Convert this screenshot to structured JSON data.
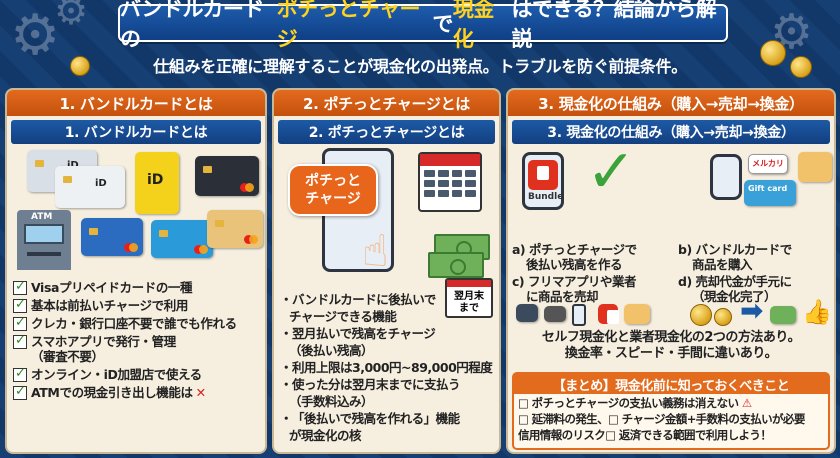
{
  "title": {
    "part1": "バンドルカードの",
    "part2": "ポチっとチャージ",
    "part3": "で",
    "part4": "現金化",
    "part5": "はできる？結論から解説"
  },
  "subtitle": "仕組みを正確に理解することが現金化の出発点。トラブルを防ぐ前提条件。",
  "panel1": {
    "header": "1. バンドルカードとは",
    "subheader": "1. バンドルカードとは",
    "atm_label": "ATM",
    "id_label": "iD",
    "items": [
      "Visaプリペイドカードの一種",
      "基本は前払いチャージで利用",
      "クレカ・銀行口座不要で誰でも作れる",
      "スマホアプリで発行・管理",
      "（審査不要）",
      "オンライン・iD加盟店で使える",
      "ATMでの現金引き出し機能は"
    ],
    "x_mark": "✕"
  },
  "panel2": {
    "header": "2. ポチっとチャージとは",
    "subheader": "2. ポチっとチャージとは",
    "bubble_line1": "ポチっと",
    "bubble_line2": "チャージ",
    "badge_line1": "翌月末",
    "badge_line2": "まで",
    "items": [
      "バンドルカードに後払いで",
      "チャージできる機能",
      "翌月払いで残高をチャージ",
      "（後払い残高）",
      "利用上限は3,000円~89,000円程度",
      "使った分は翌月末までに支払う",
      "（手数料込み）",
      "「後払いで残高を作れる」機能",
      "が現金化の核"
    ]
  },
  "panel3": {
    "header": "3. 現金化の仕組み（購入→売却→換金）",
    "subheader": "3. 現金化の仕組み（購入→売却→換金）",
    "bundle_tag": "Bundle",
    "mercari_tag": "メルカリ",
    "giftcard_tag": "Gift card",
    "step_a1": "a) ポチっとチャージで",
    "step_a2": "後払い残高を作る",
    "step_b1": "b) バンドルカードで",
    "step_b2": "商品を購入",
    "step_c1": "c) フリマアプリや業者",
    "step_c2": "に商品を売却",
    "step_d1": "d) 売却代金が手元に",
    "step_d2": "（現金化完了）",
    "method_line1": "セルフ現金化と業者現金化の2つの方法あり。",
    "method_line2": "換金率・スピード・手間に違いあり。",
    "summary_title": "【まとめ】現金化前に知っておくべきこと",
    "summary_line1": "□ ポチっとチャージの支払い義務は消えない",
    "summary_line2": "□ 延滞料の発生、□ チャージ金額+手数料の支払いが必要",
    "summary_line3": "信用情報のリスク□ 返済できる範囲で利用しよう！"
  }
}
